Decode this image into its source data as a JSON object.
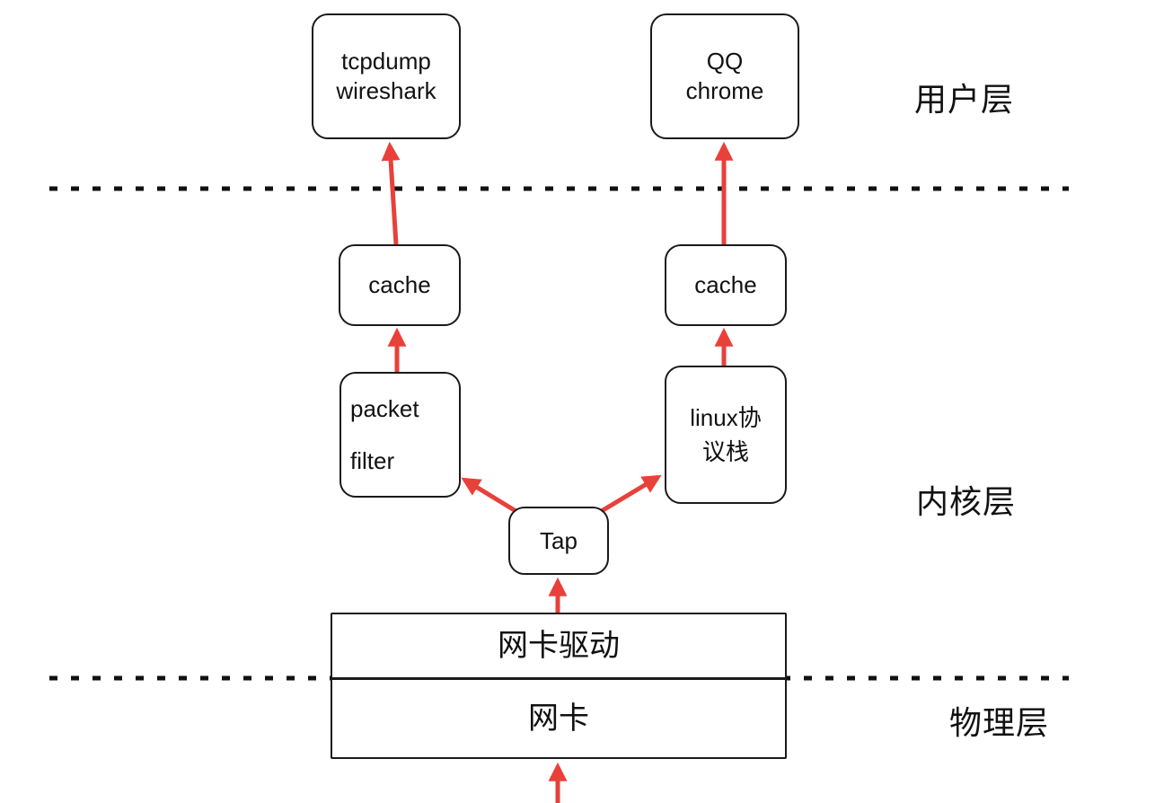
{
  "layers": {
    "user": "用户层",
    "kernel": "内核层",
    "physical": "物理层"
  },
  "nodes": {
    "capture_apps": {
      "line1": "tcpdump",
      "line2": "wireshark"
    },
    "normal_apps": {
      "line1": "QQ",
      "line2": "chrome"
    },
    "cache_left": "cache",
    "cache_right": "cache",
    "packet_filter": {
      "line1": "packet",
      "line2": "filter"
    },
    "linux_stack": {
      "line1": "linux协",
      "line2": "议栈"
    },
    "tap": "Tap",
    "nic_driver": "网卡驱动",
    "nic": "网卡"
  },
  "colors": {
    "arrow": "#e8413a",
    "border": "#1a1a1a",
    "divider": "#111111"
  }
}
